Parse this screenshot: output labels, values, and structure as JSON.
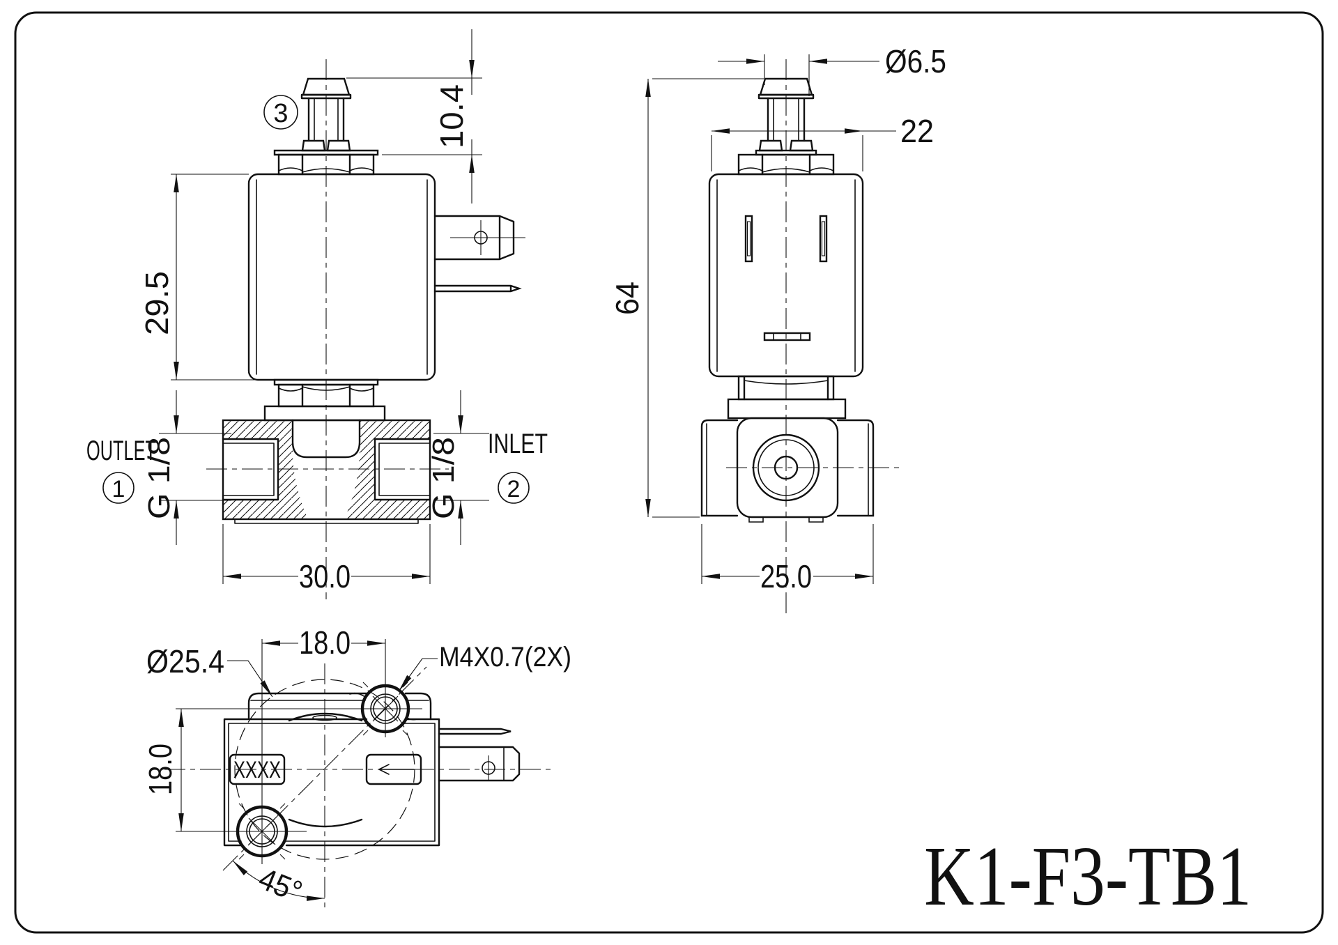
{
  "title": "K1-F3-TB1",
  "front_view": {
    "balloon_barb": "3",
    "dim_barb_height": "10.4",
    "dim_coil_height": "29.5",
    "dim_body_width": "30.0",
    "outlet_label": "OUTLET",
    "outlet_balloon": "1",
    "outlet_thread": "G 1/8",
    "inlet_label": "INLET",
    "inlet_balloon": "2",
    "inlet_thread": "G 1/8"
  },
  "side_view": {
    "dim_barb_diameter": "Ø6.5",
    "dim_coil_width": "22",
    "dim_overall_height": "64",
    "dim_body_width": "25.0"
  },
  "bottom_view": {
    "dim_coil_diameter": "Ø25.4",
    "dim_screw_spacing_horizontal": "18.0",
    "dim_screw_spacing_vertical": "18.0",
    "screw_thread_callout": "M4X0.7(2X)",
    "dim_angle": "45°",
    "marking_text": "XXXX"
  }
}
